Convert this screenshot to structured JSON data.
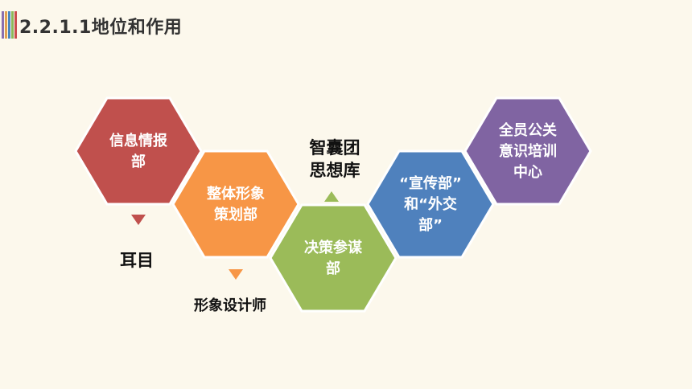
{
  "header": {
    "title": "2.2.1.1地位和作用",
    "stripe_colors": [
      "#8a6fb0",
      "#e0a050",
      "#4a86c0",
      "#8bb85a",
      "#c94e4e"
    ]
  },
  "hexagons": [
    {
      "id": "info",
      "lines": [
        "信息情报",
        "部"
      ],
      "color": "#c0504d"
    },
    {
      "id": "image",
      "lines": [
        "整体形象",
        "策划部"
      ],
      "color": "#f79646"
    },
    {
      "id": "decision",
      "lines": [
        "决策参谋",
        "部"
      ],
      "color": "#9bbb59"
    },
    {
      "id": "pr",
      "lines": [
        "“宣传部”",
        "和“外交",
        "部”"
      ],
      "color": "#4f81bd"
    },
    {
      "id": "training",
      "lines": [
        "全员公关",
        "意识培训",
        "中心"
      ],
      "color": "#8064a2"
    }
  ],
  "annotations": [
    {
      "id": "ears-eyes",
      "lines": [
        "耳目"
      ],
      "arrow_color": "#c0504d"
    },
    {
      "id": "image-designer",
      "lines": [
        "形象设计师"
      ],
      "arrow_color": "#f79646"
    },
    {
      "id": "think-tank",
      "lines": [
        "智囊团",
        "思想库"
      ],
      "arrow_color": "#9bbb59"
    }
  ]
}
